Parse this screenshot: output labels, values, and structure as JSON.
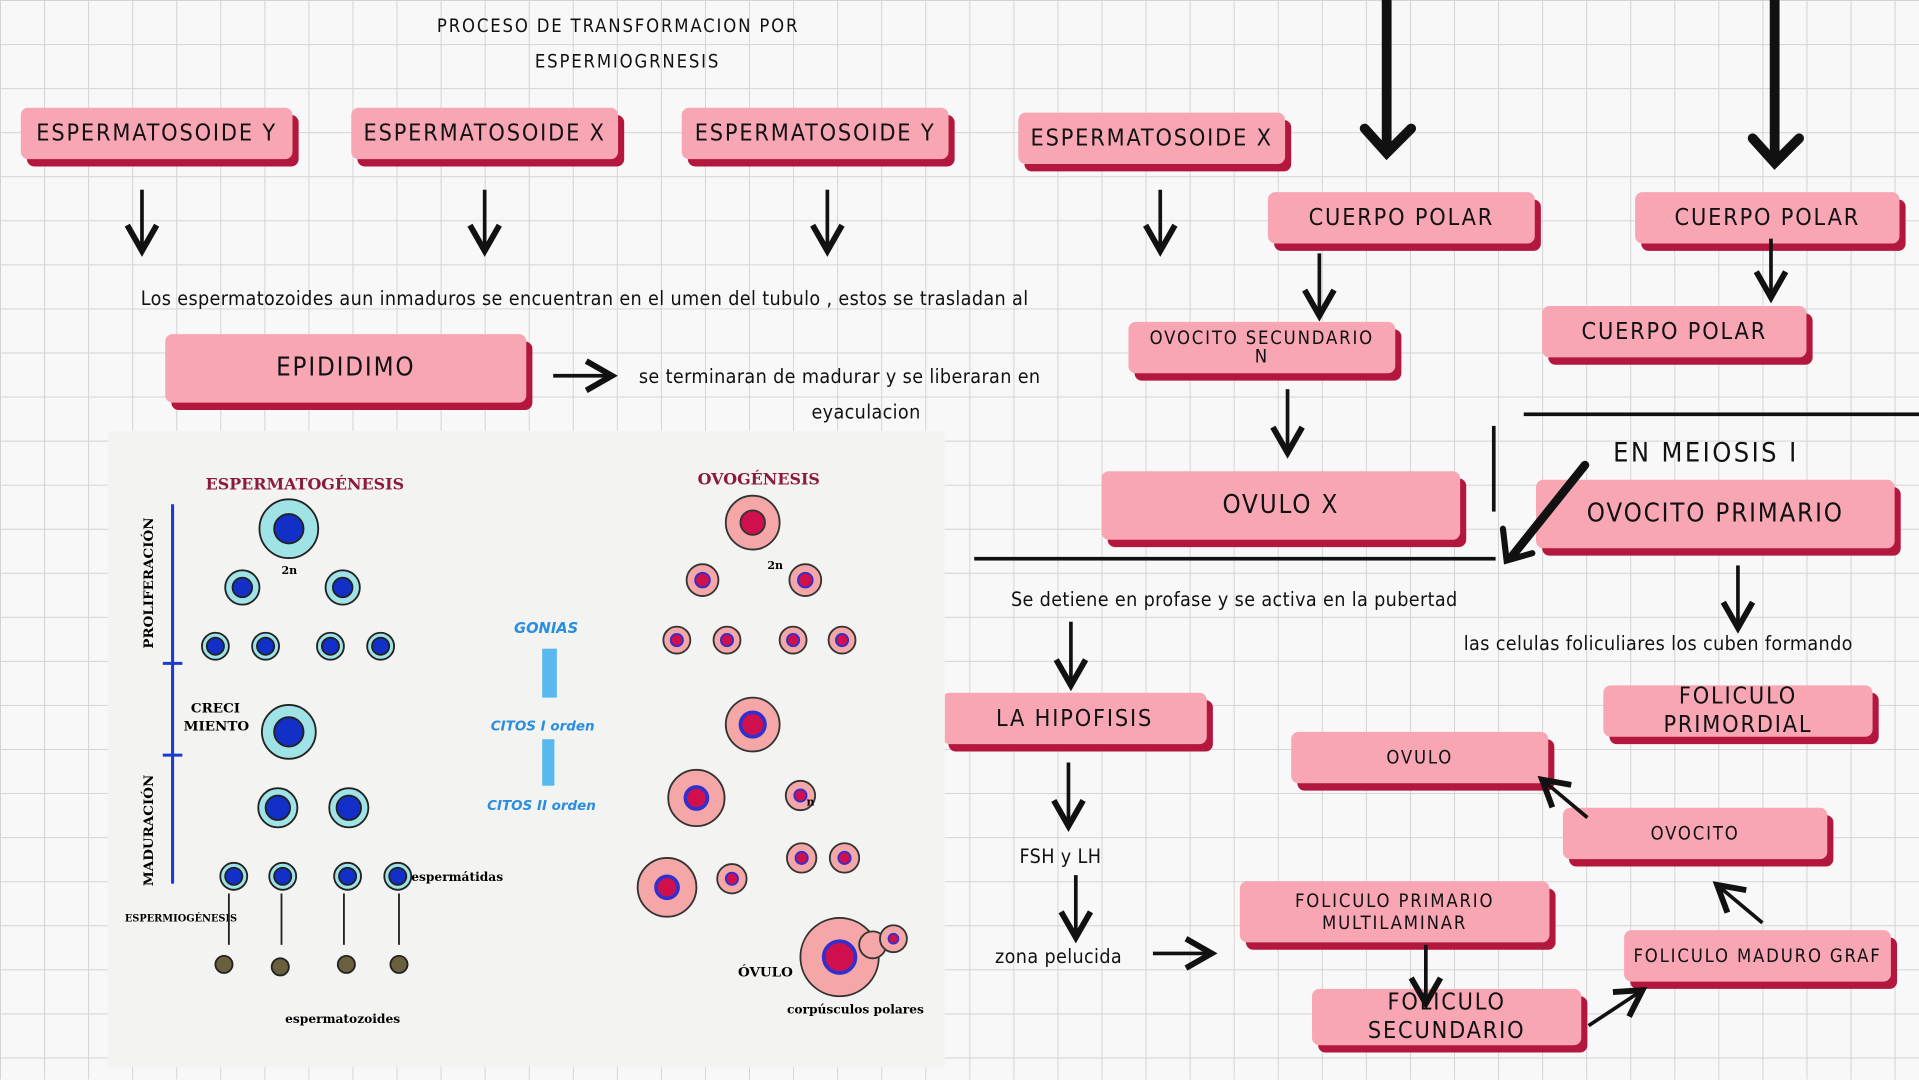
{
  "title": {
    "line1": "PROCESO DE TRANSFORMACION POR",
    "line2": "ESPERMIOGRNESIS"
  },
  "boxes": {
    "esp_y1": "ESPERMATOSOIDE Y",
    "esp_x1": "ESPERMATOSOIDE X",
    "esp_y2": "ESPERMATOSOIDE Y",
    "esp_x2": "ESPERMATOSOIDE X",
    "cuerpo_polar1": "CUERPO POLAR",
    "cuerpo_polar2": "CUERPO POLAR",
    "cuerpo_polar3": "CUERPO POLAR",
    "epididimo": "EPIDIDIMO",
    "ovocito_secundario": "OVOCITO SECUNDARIO",
    "ovocito_secundario_n": "N",
    "ovulo_x": "OVULO X",
    "ovocito_primario": "OVOCITO PRIMARIO",
    "la_hipofisis": "LA HIPOFISIS",
    "foliculo_primordial": "FOLICULO PRIMORDIAL",
    "ovulo": "OVULO",
    "ovocito": "OVOCITO",
    "foliculo_primario_1": "FOLICULO PRIMARIO",
    "foliculo_primario_2": "MULTILAMINAR",
    "foliculo_secundario": "FOLICULO SECUNDARIO",
    "foliculo_maduro": "FOLICULO MADURO GRAF"
  },
  "texts": {
    "inmaduros": "Los espermatozoides aun inmaduros se encuentran en el umen del tubulo , estos se trasladan al",
    "madurar": "se terminaran de madurar y se liberaran en",
    "eyaculacion": "eyaculacion",
    "en_meiosis": "EN MEIOSIS I",
    "profase": "Se detiene en profase y se activa en la pubertad",
    "celulas": "las celulas foliculiares los cuben formando",
    "fsh": "FSH y LH",
    "zona": "zona pelucida"
  },
  "figure": {
    "espermatogenesis": "ESPERMATOGÉNESIS",
    "ovogenesis": "OVOGÉNESIS",
    "proliferacion": "PROLIFERACIÓN",
    "crecimiento_1": "CRECI",
    "crecimiento_2": "MIENTO",
    "maduracion": "MADURACIÓN",
    "espermiogenesis": "ESPERMIOGÉNESIS",
    "gonias": "GONIAS",
    "citos1": "CITOS I orden",
    "citos2": "CITOS II orden",
    "espermatidas": "espermátidas",
    "espermatozoides": "espermatozoides",
    "ovulo": "ÓVULO",
    "corpusculos": "corpúsculos polares",
    "n2": "2n",
    "n": "n"
  },
  "colors": {
    "box": "#f8a6b4",
    "box_shadow": "#b3173d",
    "sperm_cell": "#9fe3e6",
    "sperm_nucleus": "#1230c8",
    "egg_cell": "#f5a7a7",
    "egg_nucleus": "#d0104d"
  }
}
